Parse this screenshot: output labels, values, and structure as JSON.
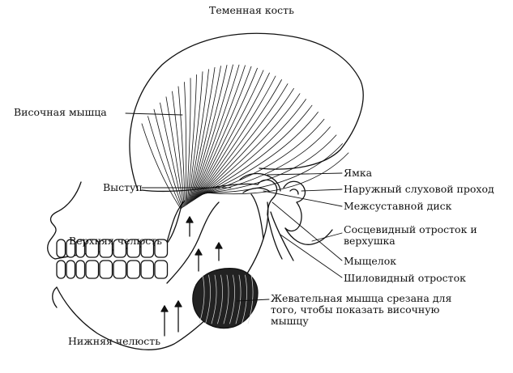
{
  "labels": {
    "parietal_bone": "Теменная кость",
    "temporal_muscle": "Височная мышца",
    "articular_eminence": "Выступ",
    "fossa": "Ямка",
    "external_meatus": "Наружный слуховой проход",
    "articular_disc": "Межсуставной диск",
    "mastoid_process": "Сосцевидный отросток и верхушка",
    "condyle": "Мыщелок",
    "styloid_process": "Шиловидный отросток",
    "masseter_note": "Жевательная мышца срезана для того, чтобы показать височную мышцу",
    "maxilla": "Верхняя челюсть",
    "mandible": "Нижняя челюсть"
  },
  "colors": {
    "ink": "#111111",
    "background": "#ffffff"
  }
}
